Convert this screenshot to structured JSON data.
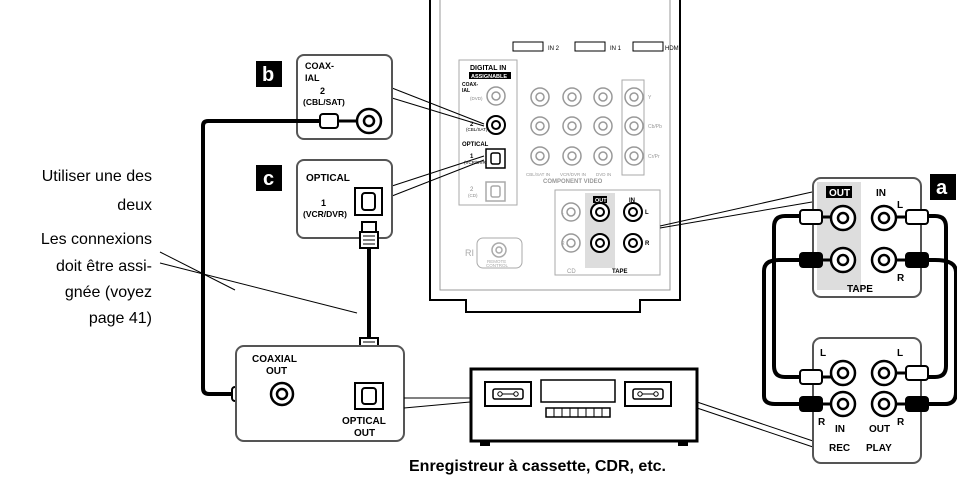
{
  "note": {
    "line1": "Utiliser une des",
    "line2": "deux",
    "line3": "Les connexions",
    "line4": "doit être assi-",
    "line5": "gnée (voyez",
    "line6": "page 41)"
  },
  "badges": {
    "b": "b",
    "c": "c",
    "a": "a"
  },
  "callout_b": {
    "line1": "COAX-",
    "line2": "IAL",
    "line3": "2",
    "line4": "(CBL/SAT)"
  },
  "callout_c": {
    "line1": "OPTICAL",
    "line2": "1",
    "line3": "(VCR/DVR)"
  },
  "receiver": {
    "hdmi": [
      "IN 2",
      "IN 1",
      "HDMI"
    ],
    "digital_in": "DIGITAL IN",
    "assignable": "ASSIGNABLE",
    "coax_label": "COAX-",
    "coax_label2": "IAL",
    "dvd_tiny": "(DVD)",
    "jack2": "2",
    "cblsat_tiny": "(CBL/SAT)",
    "optical": "OPTICAL",
    "jack1": "1",
    "vcrdvr_tiny": "(VCR/DVR)",
    "opt2": "2",
    "cd_tiny": "(CD)",
    "component_labels": [
      "CBL/SAT IN",
      "VCR/DVR IN",
      "DVD IN"
    ],
    "component_video": "COMPONENT VIDEO",
    "cvt": [
      "Y",
      "Cb/Pb",
      "Cr/Pr"
    ],
    "out_label": "OUT",
    "in_label": "IN",
    "L": "L",
    "R": "R",
    "cd": "CD",
    "tape": "TAPE",
    "remote1": "REMOTE",
    "remote2": "CONTROL",
    "ri": "RI"
  },
  "tape_panel": {
    "out": "OUT",
    "in": "IN",
    "L": "L",
    "R": "R",
    "tape": "TAPE"
  },
  "source_panel": {
    "coaxial1": "COAXIAL",
    "coaxial2": "OUT",
    "optical1": "OPTICAL",
    "optical2": "OUT"
  },
  "rec_panel": {
    "L": "L",
    "R": "R",
    "in": "IN",
    "out": "OUT",
    "rec": "REC",
    "play": "PLAY"
  },
  "caption": "Enregistreur à cassette, CDR, etc."
}
